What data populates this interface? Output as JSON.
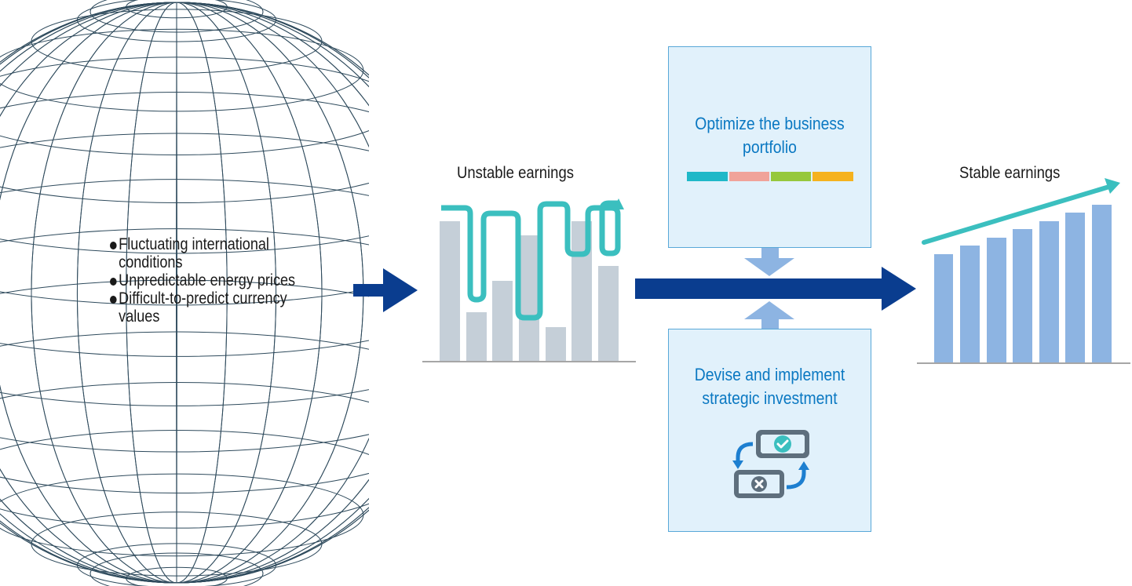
{
  "risks": {
    "items": [
      "Fluctuating international conditions",
      "Unpredictable energy prices",
      "Difficult-to-predict currency values"
    ]
  },
  "unstable": {
    "title": "Unstable earnings",
    "bar_color": "#c5cfd8",
    "line_color": "#3bbfbf"
  },
  "portfolio_box": {
    "title_line1": "Optimize the business",
    "title_line2": "portfolio",
    "segment_colors": [
      "#1fb8c8",
      "#f0a39a",
      "#96c83c",
      "#f5b21e"
    ]
  },
  "investment_box": {
    "title_line1": "Devise and implement",
    "title_line2": "strategic investment"
  },
  "stable": {
    "title": "Stable earnings",
    "bar_color": "#8db4e2",
    "arrow_color": "#3bbfbf"
  },
  "colors": {
    "main_arrow": "#0a3d8f",
    "small_arrow": "#8db4e2",
    "globe_lines": "#2e4a5c",
    "box_fill": "#e1f1fb",
    "box_border": "#59a8d8",
    "box_title": "#0a78c2"
  }
}
